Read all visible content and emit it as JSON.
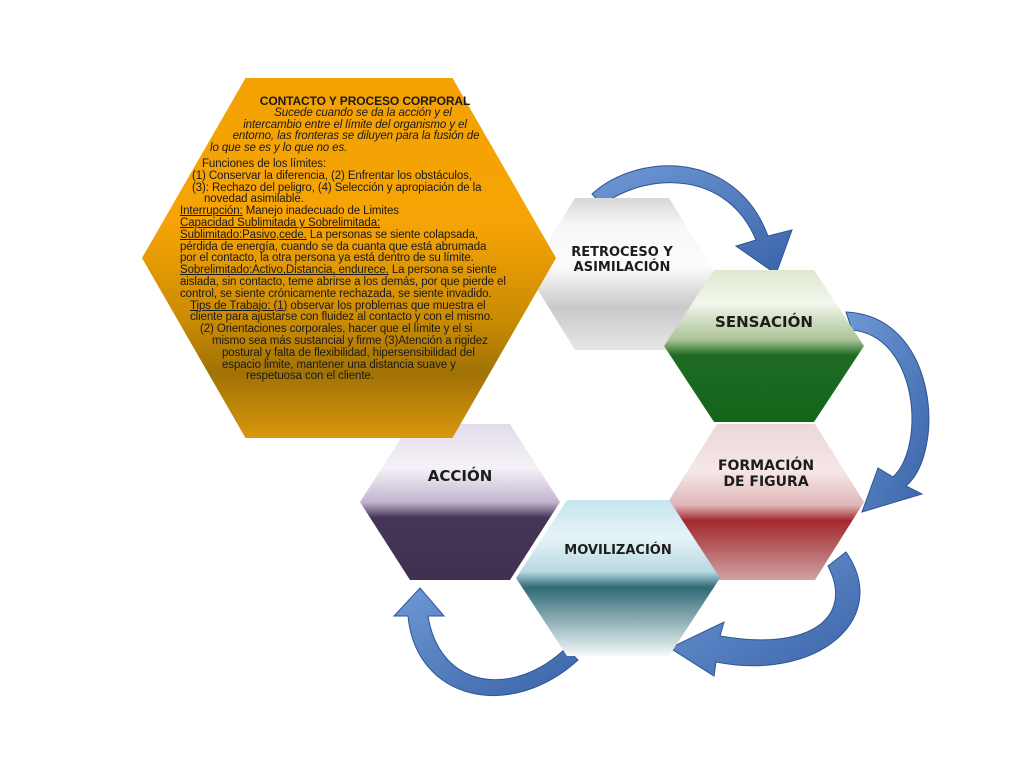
{
  "cycle": {
    "retroceso": "RETROCESO Y\nASIMILACIÓN",
    "sensacion": "SENSACIÓN",
    "formacion": "FORMACIÓN\nDE FIGURA",
    "movilizacion": "MOVILIZACIÓN",
    "accion": "ACCIÓN"
  },
  "main": {
    "title": "CONTACTO Y PROCESO CORPORAL",
    "intro": [
      "Sucede cuando se da la acción y el",
      "intercambio entre el límite del organismo y el",
      "entorno, las fronteras se diluyen para la fusión de",
      "lo que se es y lo que no es."
    ],
    "funciones_heading": "Funciones de los límites:",
    "funciones": [
      "(1) Conservar la diferencia, (2) Enfrentar los obstáculos,",
      "(3): Rechazo del peligro, (4) Selección y apropiación de la",
      "novedad asimilable."
    ],
    "interrupcion_label": "Interrupción:",
    "interrupcion_text": " Manejo inadecuado de Limites",
    "capacidad": "Capacidad Sublimitada y Sobrelimitada:",
    "sub_label": "Sublimitado:Pasivo,cede.",
    "sub_text": " La personas se siente colapsada,",
    "sub_lines": [
      "pérdida de energía,  cuando se da cuanta que está abrumada",
      "por el contacto, la otra persona ya está dentro de su límite."
    ],
    "sobre_label": "Sobrelimitado:Activo,Distancia, endurece.",
    "sobre_text": " La persona se siente",
    "sobre_lines": [
      "aislada, sin contacto, teme abrirse a los demás, por que pierde el",
      "control, se siente crónicamente rechazada, se siente invadido."
    ],
    "tips_label": "Tips de Trabajo: (1)",
    "tips_text": " observar los problemas  que muestra el",
    "tips_lines": [
      "cliente para ajustarse con fluidez al contacto y  con el mismo.",
      "(2) Orientaciones corporales, hacer que el límite y el si",
      "mismo sea más sustancial y firme (3)Atención a rigidez",
      "postural y falta de flexibilidad, hipersensibilidad del",
      "espacio limite, mantener una distancia suave y",
      "respetuosa con el cliente."
    ]
  },
  "colors": {
    "arrow": "#4c79c0",
    "main_hex": "#f4a202",
    "sensacion_band": "#136419",
    "formacion_band": "#a1282b",
    "movilizacion_band": "#2f6a75",
    "accion_band": "#3f3050"
  }
}
